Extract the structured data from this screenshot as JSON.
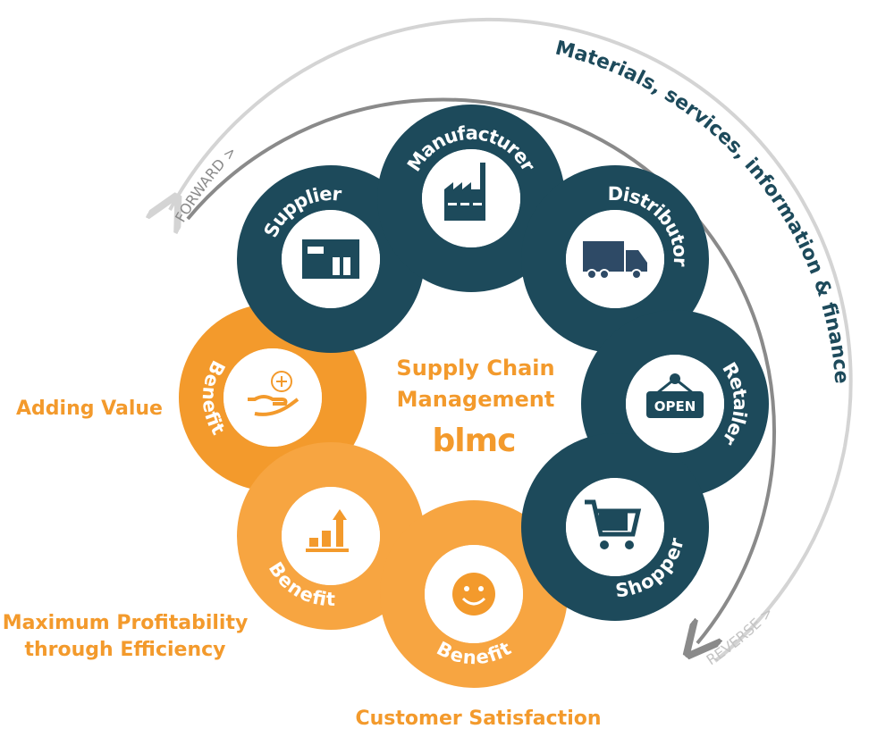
{
  "title_line1": "Supply Chain",
  "title_line2": "Management",
  "logo_text": "blmc",
  "flow_text": "Materials, services, information & finance",
  "forward_label": "FORWARD >",
  "reverse_label": "REVERSE >",
  "nodes": [
    {
      "label": "Supplier",
      "icon": "warehouse-icon"
    },
    {
      "label": "Manufacturer",
      "icon": "factory-icon"
    },
    {
      "label": "Distributor",
      "icon": "truck-icon"
    },
    {
      "label": "Retailer",
      "icon": "open-sign-icon"
    },
    {
      "label": "Shopper",
      "icon": "shopping-cart-icon"
    },
    {
      "label": "Benefit",
      "icon": "smiley-icon"
    },
    {
      "label": "Benefit",
      "icon": "growth-chart-icon"
    },
    {
      "label": "Benefit",
      "icon": "hand-plus-icon"
    }
  ],
  "benefits": {
    "adding_value": "Adding Value",
    "profitability_line1": "Maximum Profitability",
    "profitability_line2": "through Efficiency",
    "customer_satisfaction": "Customer Satisfaction"
  },
  "colors": {
    "dark": "#1d4a5b",
    "orange": "#f39a2c",
    "orange_light": "#f7a541",
    "arc_light": "#d4d4d4",
    "arc_dark": "#8a8a8a"
  }
}
